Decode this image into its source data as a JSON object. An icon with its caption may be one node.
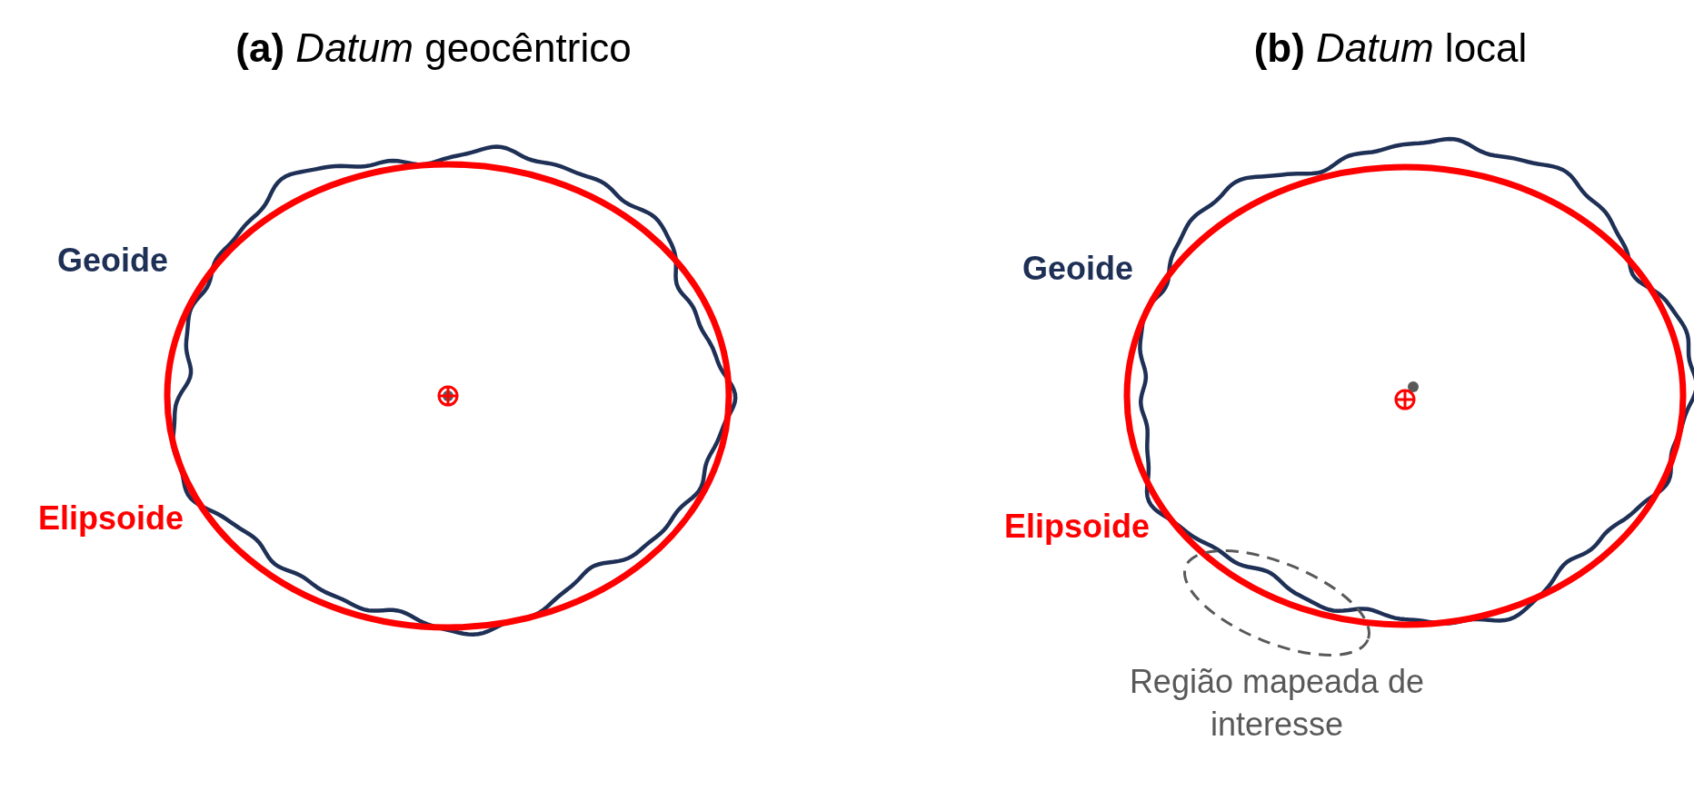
{
  "diagram": {
    "nodes": [
      {
        "text": [
          "Região mapeada de interesse"
        ]
      }
    ],
    "labels": [
      "**(a)** *Datum* geocêntrico",
      "**(b)** *Datum* local",
      "Geoide",
      "Elipsoide",
      "Geoide",
      "Elipsoide"
    ]
  }
}
